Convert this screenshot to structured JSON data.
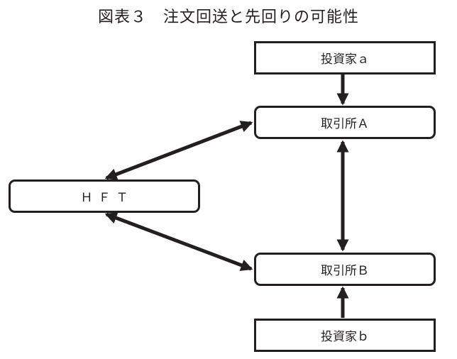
{
  "title": "図表３　注文回送と先回りの可能性",
  "nodes": {
    "investor_a": "投資家ａ",
    "exchange_a": "取引所Ａ",
    "hft": "ＨＦＴ",
    "exchange_b": "取引所Ｂ",
    "investor_b": "投資家ｂ"
  },
  "edges": [
    {
      "from": "investor_a",
      "to": "exchange_a",
      "direction": "one-way"
    },
    {
      "from": "exchange_a",
      "to": "hft",
      "direction": "two-way"
    },
    {
      "from": "exchange_a",
      "to": "exchange_b",
      "direction": "two-way"
    },
    {
      "from": "hft",
      "to": "exchange_b",
      "direction": "two-way"
    },
    {
      "from": "investor_b",
      "to": "exchange_b",
      "direction": "one-way"
    }
  ],
  "colors": {
    "line": "#231f20",
    "background": "#ffffff"
  }
}
